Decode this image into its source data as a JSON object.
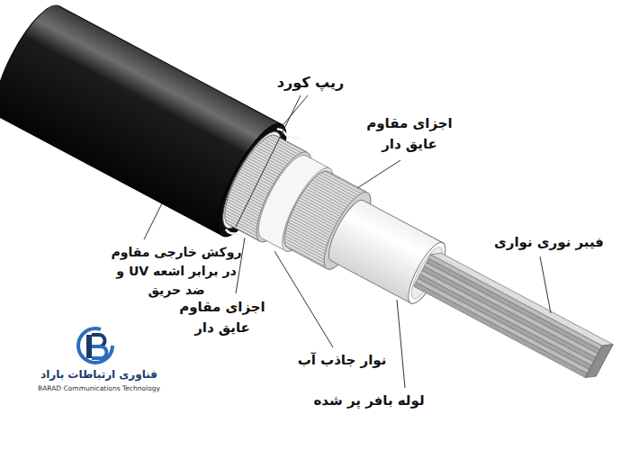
{
  "diagram": {
    "labels": [
      "ریپ کورد",
      "اجزای مقاوم عایق دار",
      "روکش خارجی مقاوم در برابر اشعه UV و ضد حریق",
      "فیبر نوری نواری",
      "اجزای مقاوم عایق دار",
      "نوار جاذب آب",
      "لوله بافر پر شده",
      "فناوری ارتباطات باراد",
      "BARAD Communications Technology"
    ]
  }
}
